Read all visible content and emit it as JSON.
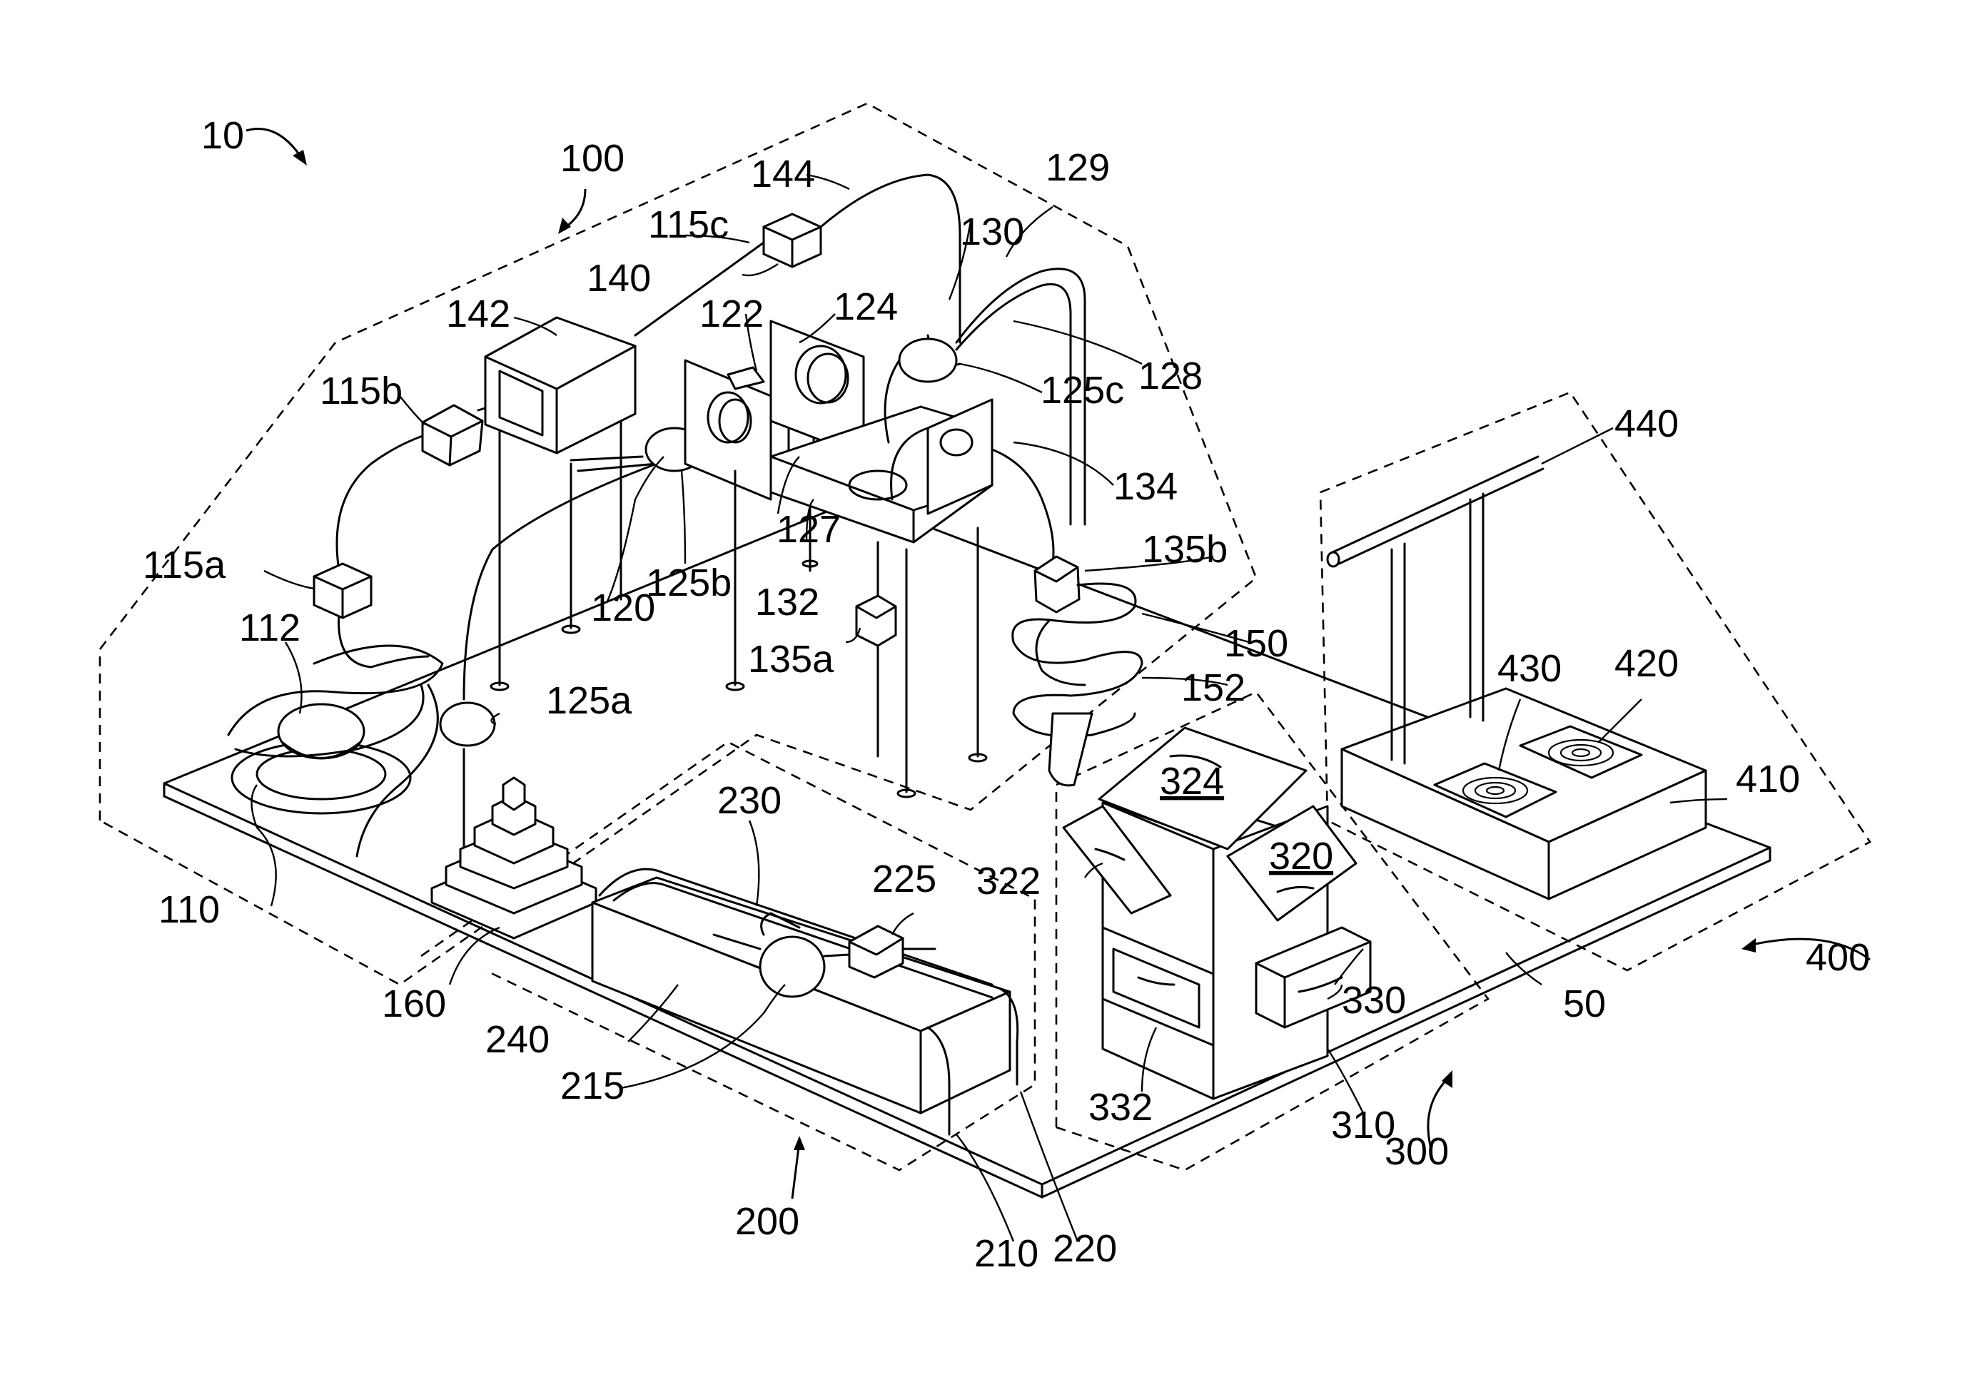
{
  "figure": {
    "ref_main": "10",
    "labels": {
      "l100": "100",
      "l144": "144",
      "l129": "129",
      "l115c": "115c",
      "l130": "130",
      "l140": "140",
      "l142": "142",
      "l122": "122",
      "l124": "124",
      "l125c": "125c",
      "l128": "128",
      "l115b": "115b",
      "l127": "127",
      "l134": "134",
      "l440": "440",
      "l135b": "135b",
      "l115a": "115a",
      "l125b": "125b",
      "l132": "132",
      "l120": "120",
      "l150": "150",
      "l112": "112",
      "l135a": "135a",
      "l430": "430",
      "l420": "420",
      "l152": "152",
      "l125a": "125a",
      "l410": "410",
      "l324": "324",
      "l230": "230",
      "l225": "225",
      "l320": "320",
      "l322": "322",
      "l110": "110",
      "l400": "400",
      "l330": "330",
      "l50": "50",
      "l160": "160",
      "l240": "240",
      "l332": "332",
      "l215": "215",
      "l310": "310",
      "l300": "300",
      "l200": "200",
      "l210": "210",
      "l220": "220"
    }
  }
}
